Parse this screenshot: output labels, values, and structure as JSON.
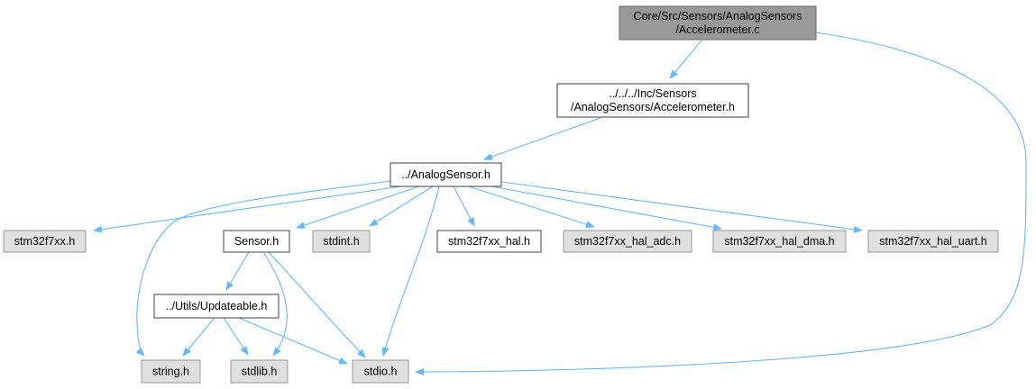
{
  "diagram": {
    "colors": {
      "edge": "#63b8ff",
      "root_fill": "#999999",
      "root_stroke": "#666666",
      "documented_fill": "#ffffff",
      "documented_stroke": "#404040",
      "external_fill": "#e0e0e0",
      "external_stroke": "#999999"
    },
    "nodes": [
      {
        "id": "accel_c",
        "lines": [
          "Core/Src/Sensors/AnalogSensors",
          "/Accelerometer.c"
        ],
        "style": "root"
      },
      {
        "id": "accel_h",
        "lines": [
          "../../../Inc/Sensors",
          "/AnalogSensors/Accelerometer.h"
        ],
        "style": "documented"
      },
      {
        "id": "analog_sensor_h",
        "lines": [
          "../AnalogSensor.h"
        ],
        "style": "documented"
      },
      {
        "id": "stm32f7xx_h",
        "lines": [
          "stm32f7xx.h"
        ],
        "style": "external"
      },
      {
        "id": "sensor_h",
        "lines": [
          "Sensor.h"
        ],
        "style": "documented"
      },
      {
        "id": "stdint_h",
        "lines": [
          "stdint.h"
        ],
        "style": "external"
      },
      {
        "id": "stm32f7xx_hal_h",
        "lines": [
          "stm32f7xx_hal.h"
        ],
        "style": "documented"
      },
      {
        "id": "stm32f7xx_hal_adc_h",
        "lines": [
          "stm32f7xx_hal_adc.h"
        ],
        "style": "external"
      },
      {
        "id": "stm32f7xx_hal_dma_h",
        "lines": [
          "stm32f7xx_hal_dma.h"
        ],
        "style": "external"
      },
      {
        "id": "stm32f7xx_hal_uart_h",
        "lines": [
          "stm32f7xx_hal_uart.h"
        ],
        "style": "external"
      },
      {
        "id": "updateable_h",
        "lines": [
          "../Utils/Updateable.h"
        ],
        "style": "documented"
      },
      {
        "id": "string_h",
        "lines": [
          "string.h"
        ],
        "style": "external"
      },
      {
        "id": "stdlib_h",
        "lines": [
          "stdlib.h"
        ],
        "style": "external"
      },
      {
        "id": "stdio_h",
        "lines": [
          "stdio.h"
        ],
        "style": "external"
      }
    ],
    "edges": [
      {
        "from": "accel_c",
        "to": "accel_h"
      },
      {
        "from": "accel_c",
        "to": "stdio_h"
      },
      {
        "from": "accel_h",
        "to": "analog_sensor_h"
      },
      {
        "from": "analog_sensor_h",
        "to": "stm32f7xx_h"
      },
      {
        "from": "analog_sensor_h",
        "to": "sensor_h"
      },
      {
        "from": "analog_sensor_h",
        "to": "stdint_h"
      },
      {
        "from": "analog_sensor_h",
        "to": "stm32f7xx_hal_h"
      },
      {
        "from": "analog_sensor_h",
        "to": "stm32f7xx_hal_adc_h"
      },
      {
        "from": "analog_sensor_h",
        "to": "stm32f7xx_hal_dma_h"
      },
      {
        "from": "analog_sensor_h",
        "to": "stm32f7xx_hal_uart_h"
      },
      {
        "from": "analog_sensor_h",
        "to": "string_h"
      },
      {
        "from": "analog_sensor_h",
        "to": "stdio_h"
      },
      {
        "from": "sensor_h",
        "to": "updateable_h"
      },
      {
        "from": "sensor_h",
        "to": "stdlib_h"
      },
      {
        "from": "sensor_h",
        "to": "stdio_h"
      },
      {
        "from": "updateable_h",
        "to": "string_h"
      },
      {
        "from": "updateable_h",
        "to": "stdlib_h"
      },
      {
        "from": "updateable_h",
        "to": "stdio_h"
      }
    ]
  }
}
